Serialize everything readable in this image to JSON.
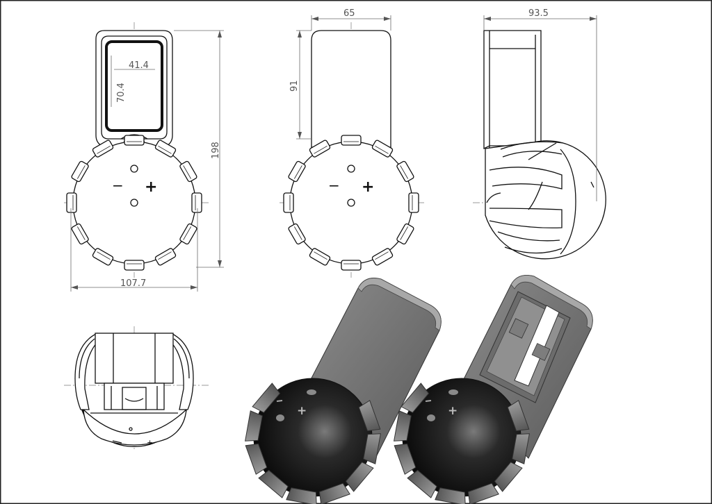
{
  "drawing": {
    "dimensions": {
      "window_width": "41.4",
      "window_height": "70.4",
      "overall_height": "198",
      "body_width": "107.7",
      "front_width": "65",
      "front_height": "91",
      "side_depth": "93.5"
    },
    "markings": {
      "minus": "−",
      "plus": "+"
    }
  }
}
